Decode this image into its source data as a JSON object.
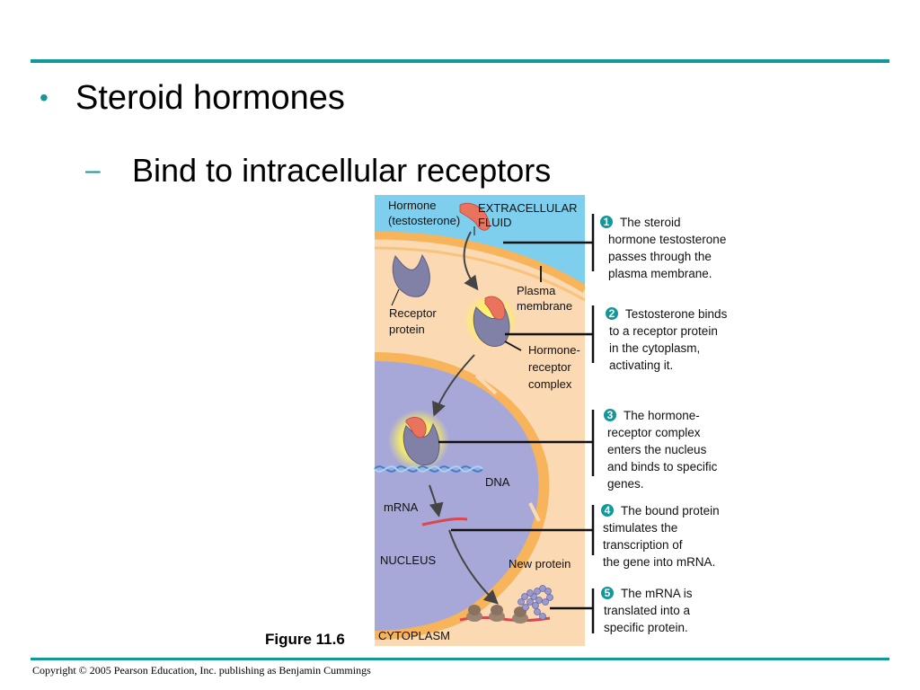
{
  "slide": {
    "bullet": "Steroid hormones",
    "sub_bullet": "Bind to intracellular receptors",
    "figure_label": "Figure 11.6",
    "copyright": "Copyright © 2005 Pearson Education, Inc. publishing as Benjamin Cummings"
  },
  "diagram": {
    "labels": {
      "hormone": "Hormone",
      "testosterone": "(testosterone)",
      "extracellular": "EXTRACELLULAR",
      "fluid": "FLUID",
      "plasma": "Plasma",
      "membrane": "membrane",
      "receptor": "Receptor",
      "protein": "protein",
      "complex1": "Hormone-",
      "complex2": "receptor",
      "complex3": "complex",
      "dna": "DNA",
      "mrna": "mRNA",
      "nucleus": "NUCLEUS",
      "new_protein": "New protein",
      "cytoplasm": "CYTOPLASM"
    },
    "steps": [
      {
        "number": "1",
        "lines": [
          "The steroid",
          "hormone testosterone",
          "passes through the",
          "plasma membrane."
        ]
      },
      {
        "number": "2",
        "lines": [
          "Testosterone binds",
          "to a receptor protein",
          "in the cytoplasm,",
          "activating it."
        ]
      },
      {
        "number": "3",
        "lines": [
          "The hormone-",
          "receptor complex",
          "enters the nucleus",
          "and binds to specific",
          "genes."
        ]
      },
      {
        "number": "4",
        "lines": [
          "The bound protein",
          "stimulates the",
          "transcription of",
          "the gene into mRNA."
        ]
      },
      {
        "number": "5",
        "lines": [
          "The mRNA is",
          "translated into a",
          "specific protein."
        ]
      }
    ],
    "colors": {
      "accent": "#12979a",
      "extracellular": "#7ecfee",
      "cytoplasm": "#fbd9b2",
      "membrane": "#f7b45a",
      "nucleus": "#a8a8d8",
      "hormone": "#e9735c",
      "receptor": "#8181a8",
      "mrna": "#d9474f"
    }
  }
}
